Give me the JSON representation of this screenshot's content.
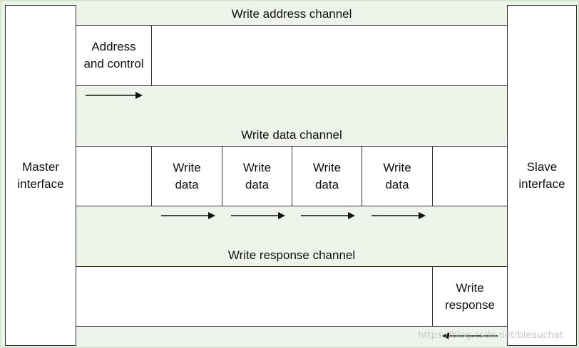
{
  "diagram": {
    "master": {
      "label": "Master\ninterface"
    },
    "slave": {
      "label": "Slave\ninterface"
    },
    "channels": {
      "write_address": {
        "title": "Write address channel",
        "packet": "Address\nand control"
      },
      "write_data": {
        "title": "Write data channel",
        "packets": [
          "Write\ndata",
          "Write\ndata",
          "Write\ndata",
          "Write\ndata"
        ]
      },
      "write_response": {
        "title": "Write response channel",
        "packet": "Write\nresponse"
      }
    },
    "watermark": "https://blog.csdn.net/bleauchat"
  }
}
